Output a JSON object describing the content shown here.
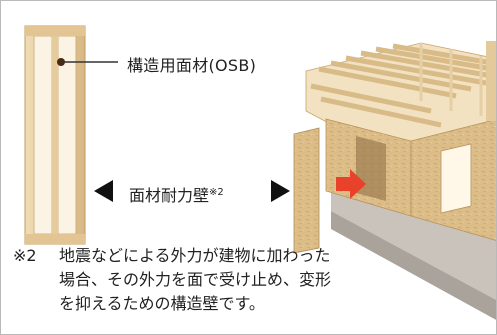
{
  "callout": {
    "osb_label": "構造用面材(OSB)"
  },
  "wall_label": {
    "text": "面材耐力壁",
    "note_mark": "※2"
  },
  "footnote": {
    "mark": "※2",
    "line1": "地震などによる外力が建物に加わった",
    "line2": "場合、その外力を面で受け止め、変形",
    "line3": "を抑えるための構造壁です。"
  },
  "colors": {
    "frame_border": "#b9b9b9",
    "wood_light": "#e9d2a8",
    "wood_mid": "#d7b681",
    "osb": "#d9ba86",
    "arrow_red": "#e8432a",
    "floor_gray": "#bdb8b2",
    "black": "#111111"
  }
}
